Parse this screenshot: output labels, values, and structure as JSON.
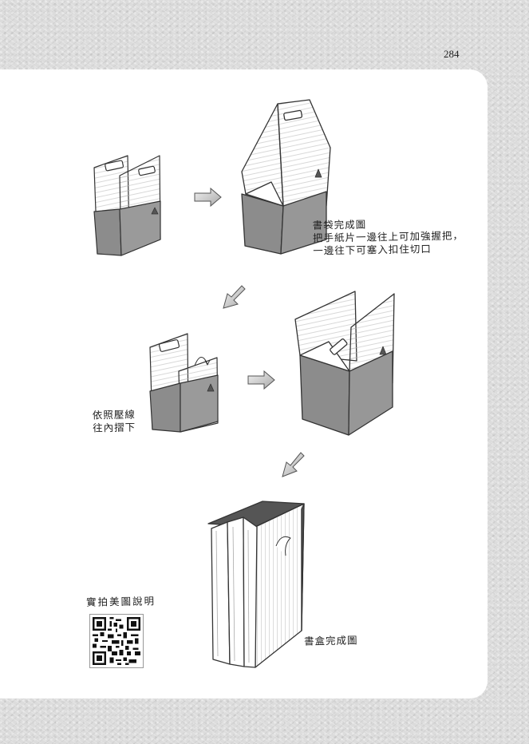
{
  "page": {
    "number": "284"
  },
  "notes": {
    "bag_complete_title": "書袋完成圖",
    "bag_complete_line1": "把手紙片一邊往上可加強握把，",
    "bag_complete_line2": "一邊往下可塞入扣住切口",
    "fold_line1": "依照壓線",
    "fold_line2": "往內摺下",
    "box_complete": "書盒完成圖",
    "qr_caption": "實拍美圖說明"
  },
  "colors": {
    "paper": "#ffffff",
    "background": "#dcdcdc",
    "fold_gray": "#8c8c8c",
    "arrow_gray": "#c8c8c8",
    "outline": "#333333"
  },
  "icons": {
    "arrow": "arrow-icon",
    "qr": "qr-code-icon"
  }
}
